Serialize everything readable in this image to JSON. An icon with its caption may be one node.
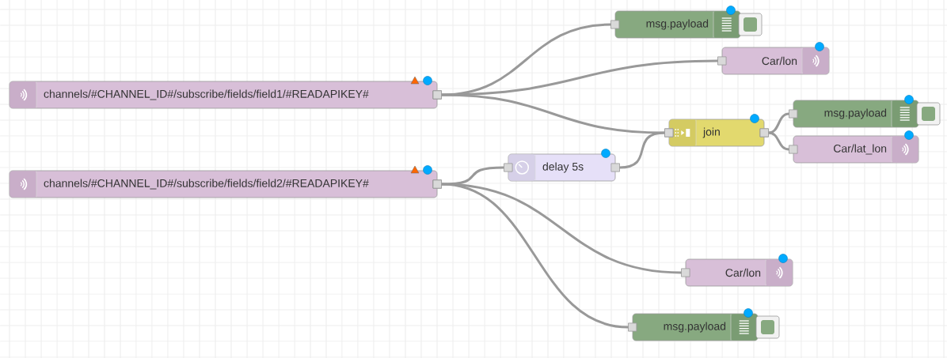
{
  "diagram": {
    "nodes": [
      {
        "text": [
          "msg.payload"
        ]
      },
      {
        "text": [
          "Car/lon"
        ]
      },
      {
        "text": [
          "channels/#CHANNEL_ID#/subscribe/fields/field1/#READAPIKEY#"
        ]
      },
      {
        "text": [
          "msg.payload"
        ]
      },
      {
        "text": [
          "join"
        ]
      },
      {
        "text": [
          "Car/lat_lon"
        ]
      },
      {
        "text": [
          "delay 5s"
        ]
      },
      {
        "text": [
          "channels/#CHANNEL_ID#/subscribe/fields/field2/#READAPIKEY#"
        ]
      },
      {
        "text": [
          "Car/lon"
        ]
      },
      {
        "text": [
          "msg.payload"
        ]
      }
    ],
    "edges": [
      {
        "from": 2,
        "to": 0,
        "arrow": "other"
      },
      {
        "from": 2,
        "to": 1,
        "arrow": "other"
      },
      {
        "from": 2,
        "to": 4,
        "arrow": "other"
      },
      {
        "from": 7,
        "to": 6,
        "arrow": "other"
      },
      {
        "from": 6,
        "to": 4,
        "arrow": "other"
      },
      {
        "from": 4,
        "to": 3,
        "arrow": "other"
      },
      {
        "from": 4,
        "to": 5,
        "arrow": "other"
      },
      {
        "from": 7,
        "to": 8,
        "arrow": "other"
      },
      {
        "from": 7,
        "to": 9,
        "arrow": "other"
      }
    ]
  }
}
